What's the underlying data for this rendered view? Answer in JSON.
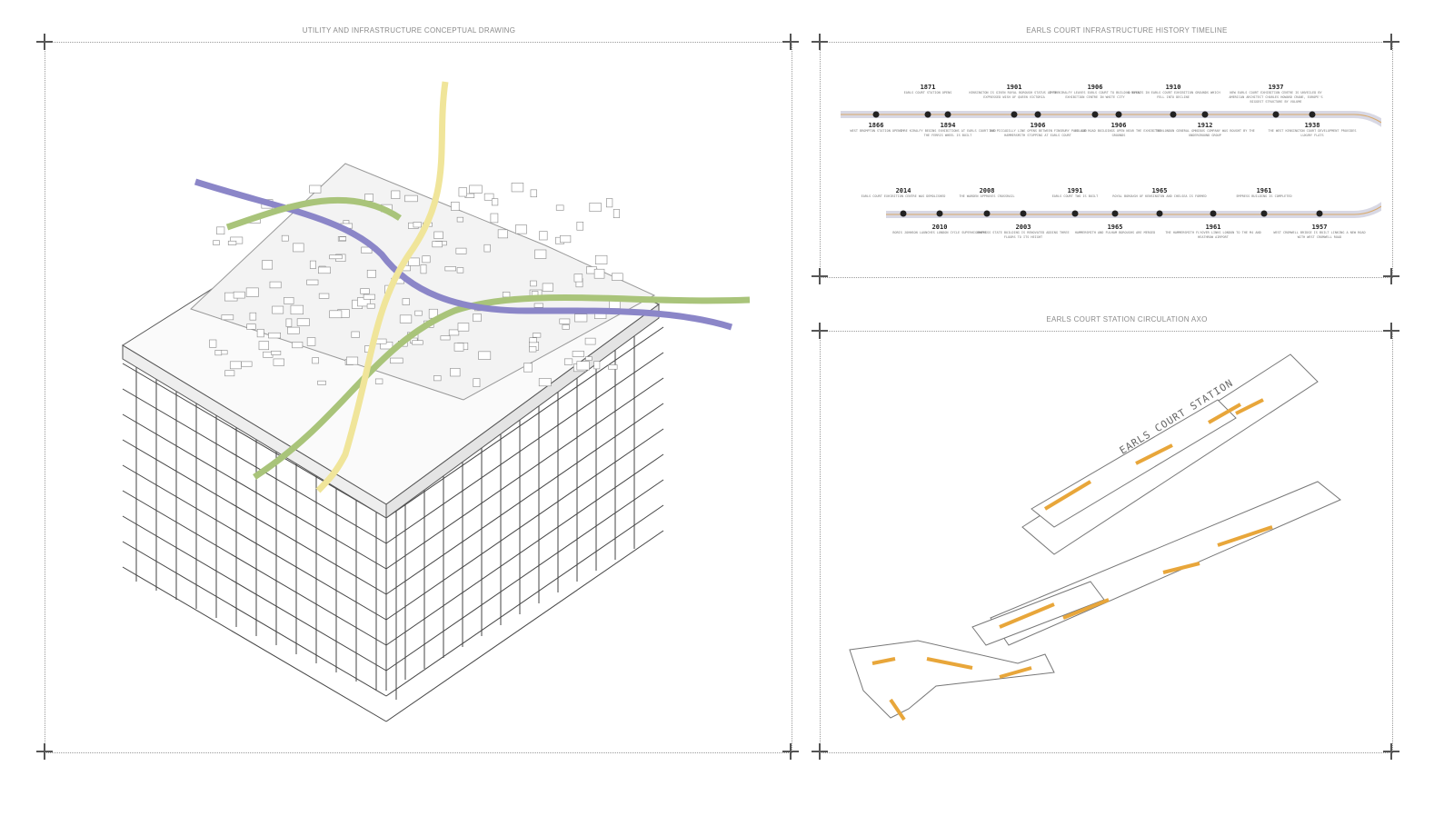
{
  "panels": {
    "left_title": "UTILITY AND INFRASTRUCTURE CONCEPTUAL DRAWING",
    "timeline_title": "EARLS COURT INFRASTRUCTURE HISTORY TIMELINE",
    "axo_title": "EARLS COURT STATION CIRCULATION AXO",
    "station_label": "EARLS COURT STATION"
  },
  "colors": {
    "green": "#a9c47a",
    "purple": "#8b86c8",
    "yellow": "#f0e59a",
    "orange": "#e8a63a"
  },
  "timeline": {
    "top_above": [
      {
        "year": "1871",
        "desc": "EARLS COURT STATION OPENS"
      },
      {
        "year": "1901",
        "desc": "KENSINGTON IS GIVEN ROYAL BOROUGH STATUS AT THE EXPRESSED WISH OF QUEEN VICTORIA"
      },
      {
        "year": "1906",
        "desc": "IMRE KIRALFY LEAVES EARLS COURT TO BUILD A ROYAL EXHIBITION CENTRE IN WHITE CITY"
      },
      {
        "year": "1910",
        "desc": "NO EVENTS IN EARLS COURT EXHIBITION GROUNDS WHICH FELL INTO DECLINE"
      },
      {
        "year": "1937",
        "desc": "NEW EARLS COURT EXHIBITION CENTRE IS UNVEILED BY AMERICAN ARCHITECT CHARLES HOWARD CRANE, EUROPE'S BIGGEST STRUCTURE BY VOLUME"
      }
    ],
    "top_below": [
      {
        "year": "1866",
        "desc": "WEST BROMPTON STATION OPENS"
      },
      {
        "year": "1894",
        "desc": "IMRE KIRALFY BEGINS EXHIBITIONS AT EARLS COURT AND THE FERRIS WHEEL IS BUILT"
      },
      {
        "year": "1906",
        "desc": "THE PICCADILLY LINE OPENS BETWEEN FINSBURY PARK AND HAMMERSMITH STOPPING AT EARLS COURT"
      },
      {
        "year": "1906",
        "desc": "LILLIE ROAD BUILDINGS OPEN NEAR THE EXHIBITION GROUNDS"
      },
      {
        "year": "1912",
        "desc": "THE LONDON GENERAL OMNIBUS COMPANY WAS BOUGHT BY THE UNDERGROUND GROUP"
      },
      {
        "year": "1938",
        "desc": "THE WEST KENSINGTON COURT DEVELOPMENT PROVIDES LUXURY FLATS"
      }
    ],
    "bottom_above": [
      {
        "year": "2014",
        "desc": "EARLS COURT EXHIBITION CENTRE WAS DEMOLISHED"
      },
      {
        "year": "2008",
        "desc": "THE WARDEN APPROVES CROSSRAIL"
      },
      {
        "year": "1991",
        "desc": "EARLS COURT TWO IS BUILT"
      },
      {
        "year": "1965",
        "desc": "ROYAL BOROUGH OF KENSINGTON AND CHELSEA IS FORMED"
      },
      {
        "year": "1961",
        "desc": "EMPRESS BUILDING IS COMPLETED"
      }
    ],
    "bottom_below": [
      {
        "year": "2010",
        "desc": "BORIS JOHNSON LAUNCHES LONDON CYCLE SUPERHIGHWAYS"
      },
      {
        "year": "2003",
        "desc": "EMPRESS STATE BUILDING IS RENOVATED ADDING THREE FLOORS TO ITS HEIGHT"
      },
      {
        "year": "1965",
        "desc": "HAMMERSMITH AND FULHAM BOROUGHS ARE MERGED"
      },
      {
        "year": "1961",
        "desc": "THE HAMMERSMITH FLYOVER LINKS LONDON TO THE M4 AND HEATHROW AIRPORT"
      },
      {
        "year": "1957",
        "desc": "WEST CROMWELL BRIDGE IS BUILT LINKING A NEW ROAD WITH WEST CROMWELL ROAD"
      }
    ]
  }
}
